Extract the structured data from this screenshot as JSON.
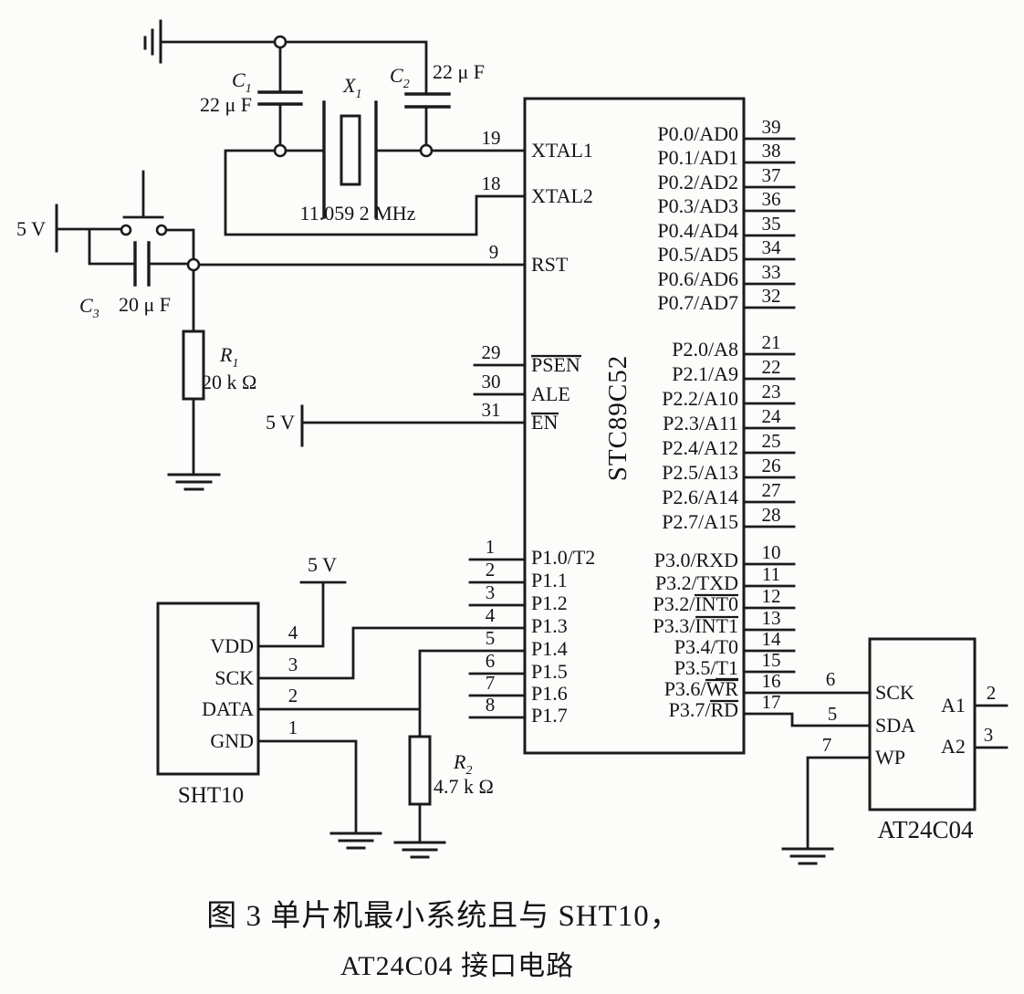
{
  "caption": {
    "line1": "图 3  单片机最小系统且与 SHT10，",
    "line2": "AT24C04 接口电路"
  },
  "power": {
    "label": "5 V"
  },
  "components": {
    "c1": {
      "ref": "C",
      "sub": "1",
      "value": "22 μ F"
    },
    "c2": {
      "ref": "C",
      "sub": "2",
      "value": "22 μ F"
    },
    "c3": {
      "ref": "C",
      "sub": "3",
      "value": "20 μ F"
    },
    "x1": {
      "ref": "X",
      "sub": "1",
      "value": "11.059 2 MHz"
    },
    "r1": {
      "ref": "R",
      "sub": "1",
      "value": "20 k Ω"
    },
    "r2": {
      "ref": "R",
      "sub": "2",
      "value": "4.7 k Ω"
    }
  },
  "mcu": {
    "name": "STC89C52",
    "left": [
      {
        "num": "19",
        "pre": "XTAL1",
        "ov": ""
      },
      {
        "num": "18",
        "pre": "XTAL2",
        "ov": ""
      },
      {
        "num": "9",
        "pre": "RST",
        "ov": ""
      },
      {
        "num": "29",
        "pre": "",
        "ov": "PSEN"
      },
      {
        "num": "30",
        "pre": "ALE",
        "ov": ""
      },
      {
        "num": "31",
        "pre": "",
        "ov": "EN"
      },
      {
        "num": "1",
        "pre": "P1.0/T2",
        "ov": ""
      },
      {
        "num": "2",
        "pre": "P1.1",
        "ov": ""
      },
      {
        "num": "3",
        "pre": "P1.2",
        "ov": ""
      },
      {
        "num": "4",
        "pre": "P1.3",
        "ov": ""
      },
      {
        "num": "5",
        "pre": "P1.4",
        "ov": ""
      },
      {
        "num": "6",
        "pre": "P1.5",
        "ov": ""
      },
      {
        "num": "7",
        "pre": "P1.6",
        "ov": ""
      },
      {
        "num": "8",
        "pre": "P1.7",
        "ov": ""
      }
    ],
    "p0": [
      {
        "num": "39",
        "pre": "P0.0/AD0"
      },
      {
        "num": "38",
        "pre": "P0.1/AD1"
      },
      {
        "num": "37",
        "pre": "P0.2/AD2"
      },
      {
        "num": "36",
        "pre": "P0.3/AD3"
      },
      {
        "num": "35",
        "pre": "P0.4/AD4"
      },
      {
        "num": "34",
        "pre": "P0.5/AD5"
      },
      {
        "num": "33",
        "pre": "P0.6/AD6"
      },
      {
        "num": "32",
        "pre": "P0.7/AD7"
      }
    ],
    "p2": [
      {
        "num": "21",
        "pre": "P2.0/A8"
      },
      {
        "num": "22",
        "pre": "P2.1/A9"
      },
      {
        "num": "23",
        "pre": "P2.2/A10"
      },
      {
        "num": "24",
        "pre": "P2.3/A11"
      },
      {
        "num": "25",
        "pre": "P2.4/A12"
      },
      {
        "num": "26",
        "pre": "P2.5/A13"
      },
      {
        "num": "27",
        "pre": "P2.6/A14"
      },
      {
        "num": "28",
        "pre": "P2.7/A15"
      }
    ],
    "p3": [
      {
        "num": "10",
        "pre": "P3.0/RXD",
        "ov": ""
      },
      {
        "num": "11",
        "pre": "P3.2/TXD",
        "ov": ""
      },
      {
        "num": "12",
        "pre": "P3.2/",
        "ov": "INT0"
      },
      {
        "num": "13",
        "pre": "P3.3/",
        "ov": "INT1"
      },
      {
        "num": "14",
        "pre": "P3.4/T0",
        "ov": ""
      },
      {
        "num": "15",
        "pre": "P3.5/",
        "un": "T1"
      },
      {
        "num": "16",
        "pre": "P3.6/",
        "ov": "WR"
      },
      {
        "num": "17",
        "pre": "P3.7/",
        "ov": "RD"
      }
    ]
  },
  "sht10": {
    "name": "SHT10",
    "pins": [
      {
        "num": "4",
        "label": "VDD"
      },
      {
        "num": "3",
        "label": "SCK"
      },
      {
        "num": "2",
        "label": "DATA"
      },
      {
        "num": "1",
        "label": "GND"
      }
    ]
  },
  "eeprom": {
    "name": "AT24C04",
    "left": [
      {
        "num": "6",
        "label": "SCK"
      },
      {
        "num": "5",
        "label": "SDA"
      },
      {
        "num": "7",
        "label": "WP"
      }
    ],
    "right": [
      {
        "num": "2",
        "label": "A1"
      },
      {
        "num": "3",
        "label": "A2"
      }
    ]
  }
}
